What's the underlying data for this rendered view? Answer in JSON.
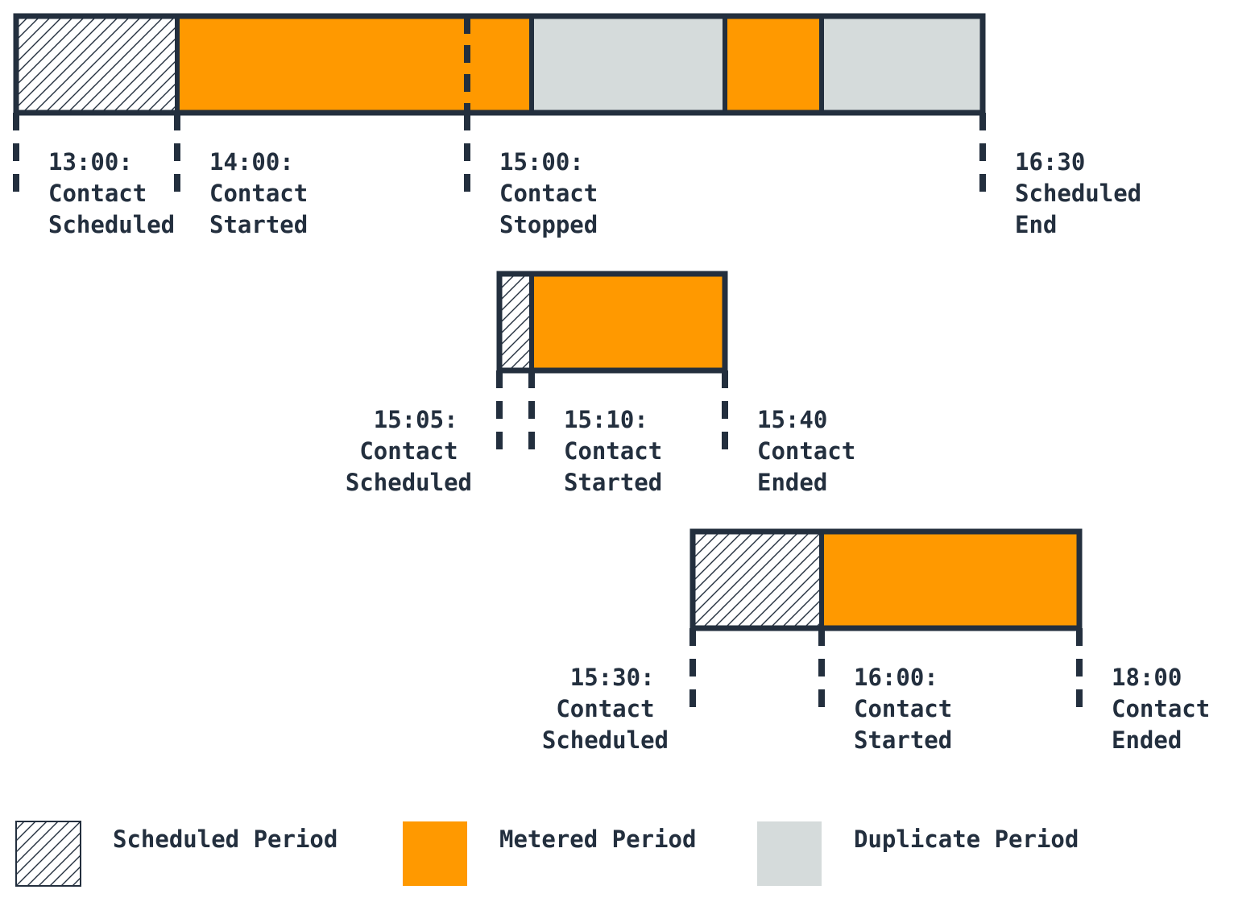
{
  "colors": {
    "scheduled": "#232f3e",
    "metered": "#ff9900",
    "duplicate": "#d5dbdb",
    "line": "#232f3e"
  },
  "timelines": [
    {
      "name": "contact-1",
      "labels": [
        {
          "time": "13:00:",
          "line1": "Contact",
          "line2": "Scheduled"
        },
        {
          "time": "14:00:",
          "line1": "Contact",
          "line2": "Started"
        },
        {
          "time": "15:00:",
          "line1": "Contact",
          "line2": "Stopped"
        },
        {
          "time": "16:30",
          "line1": "Scheduled",
          "line2": "End"
        }
      ]
    },
    {
      "name": "contact-2",
      "labels": [
        {
          "time": "15:05:",
          "line1": "Contact",
          "line2": "Scheduled"
        },
        {
          "time": "15:10:",
          "line1": "Contact",
          "line2": "Started"
        },
        {
          "time": "15:40",
          "line1": "Contact",
          "line2": "Ended"
        }
      ]
    },
    {
      "name": "contact-3",
      "labels": [
        {
          "time": "15:30:",
          "line1": "Contact",
          "line2": "Scheduled"
        },
        {
          "time": "16:00:",
          "line1": "Contact",
          "line2": "Started"
        },
        {
          "time": "18:00",
          "line1": "Contact",
          "line2": "Ended"
        }
      ]
    }
  ],
  "legend": [
    {
      "kind": "scheduled",
      "label": "Scheduled Period"
    },
    {
      "kind": "metered",
      "label": "Metered Period"
    },
    {
      "kind": "duplicate",
      "label": "Duplicate Period"
    }
  ]
}
